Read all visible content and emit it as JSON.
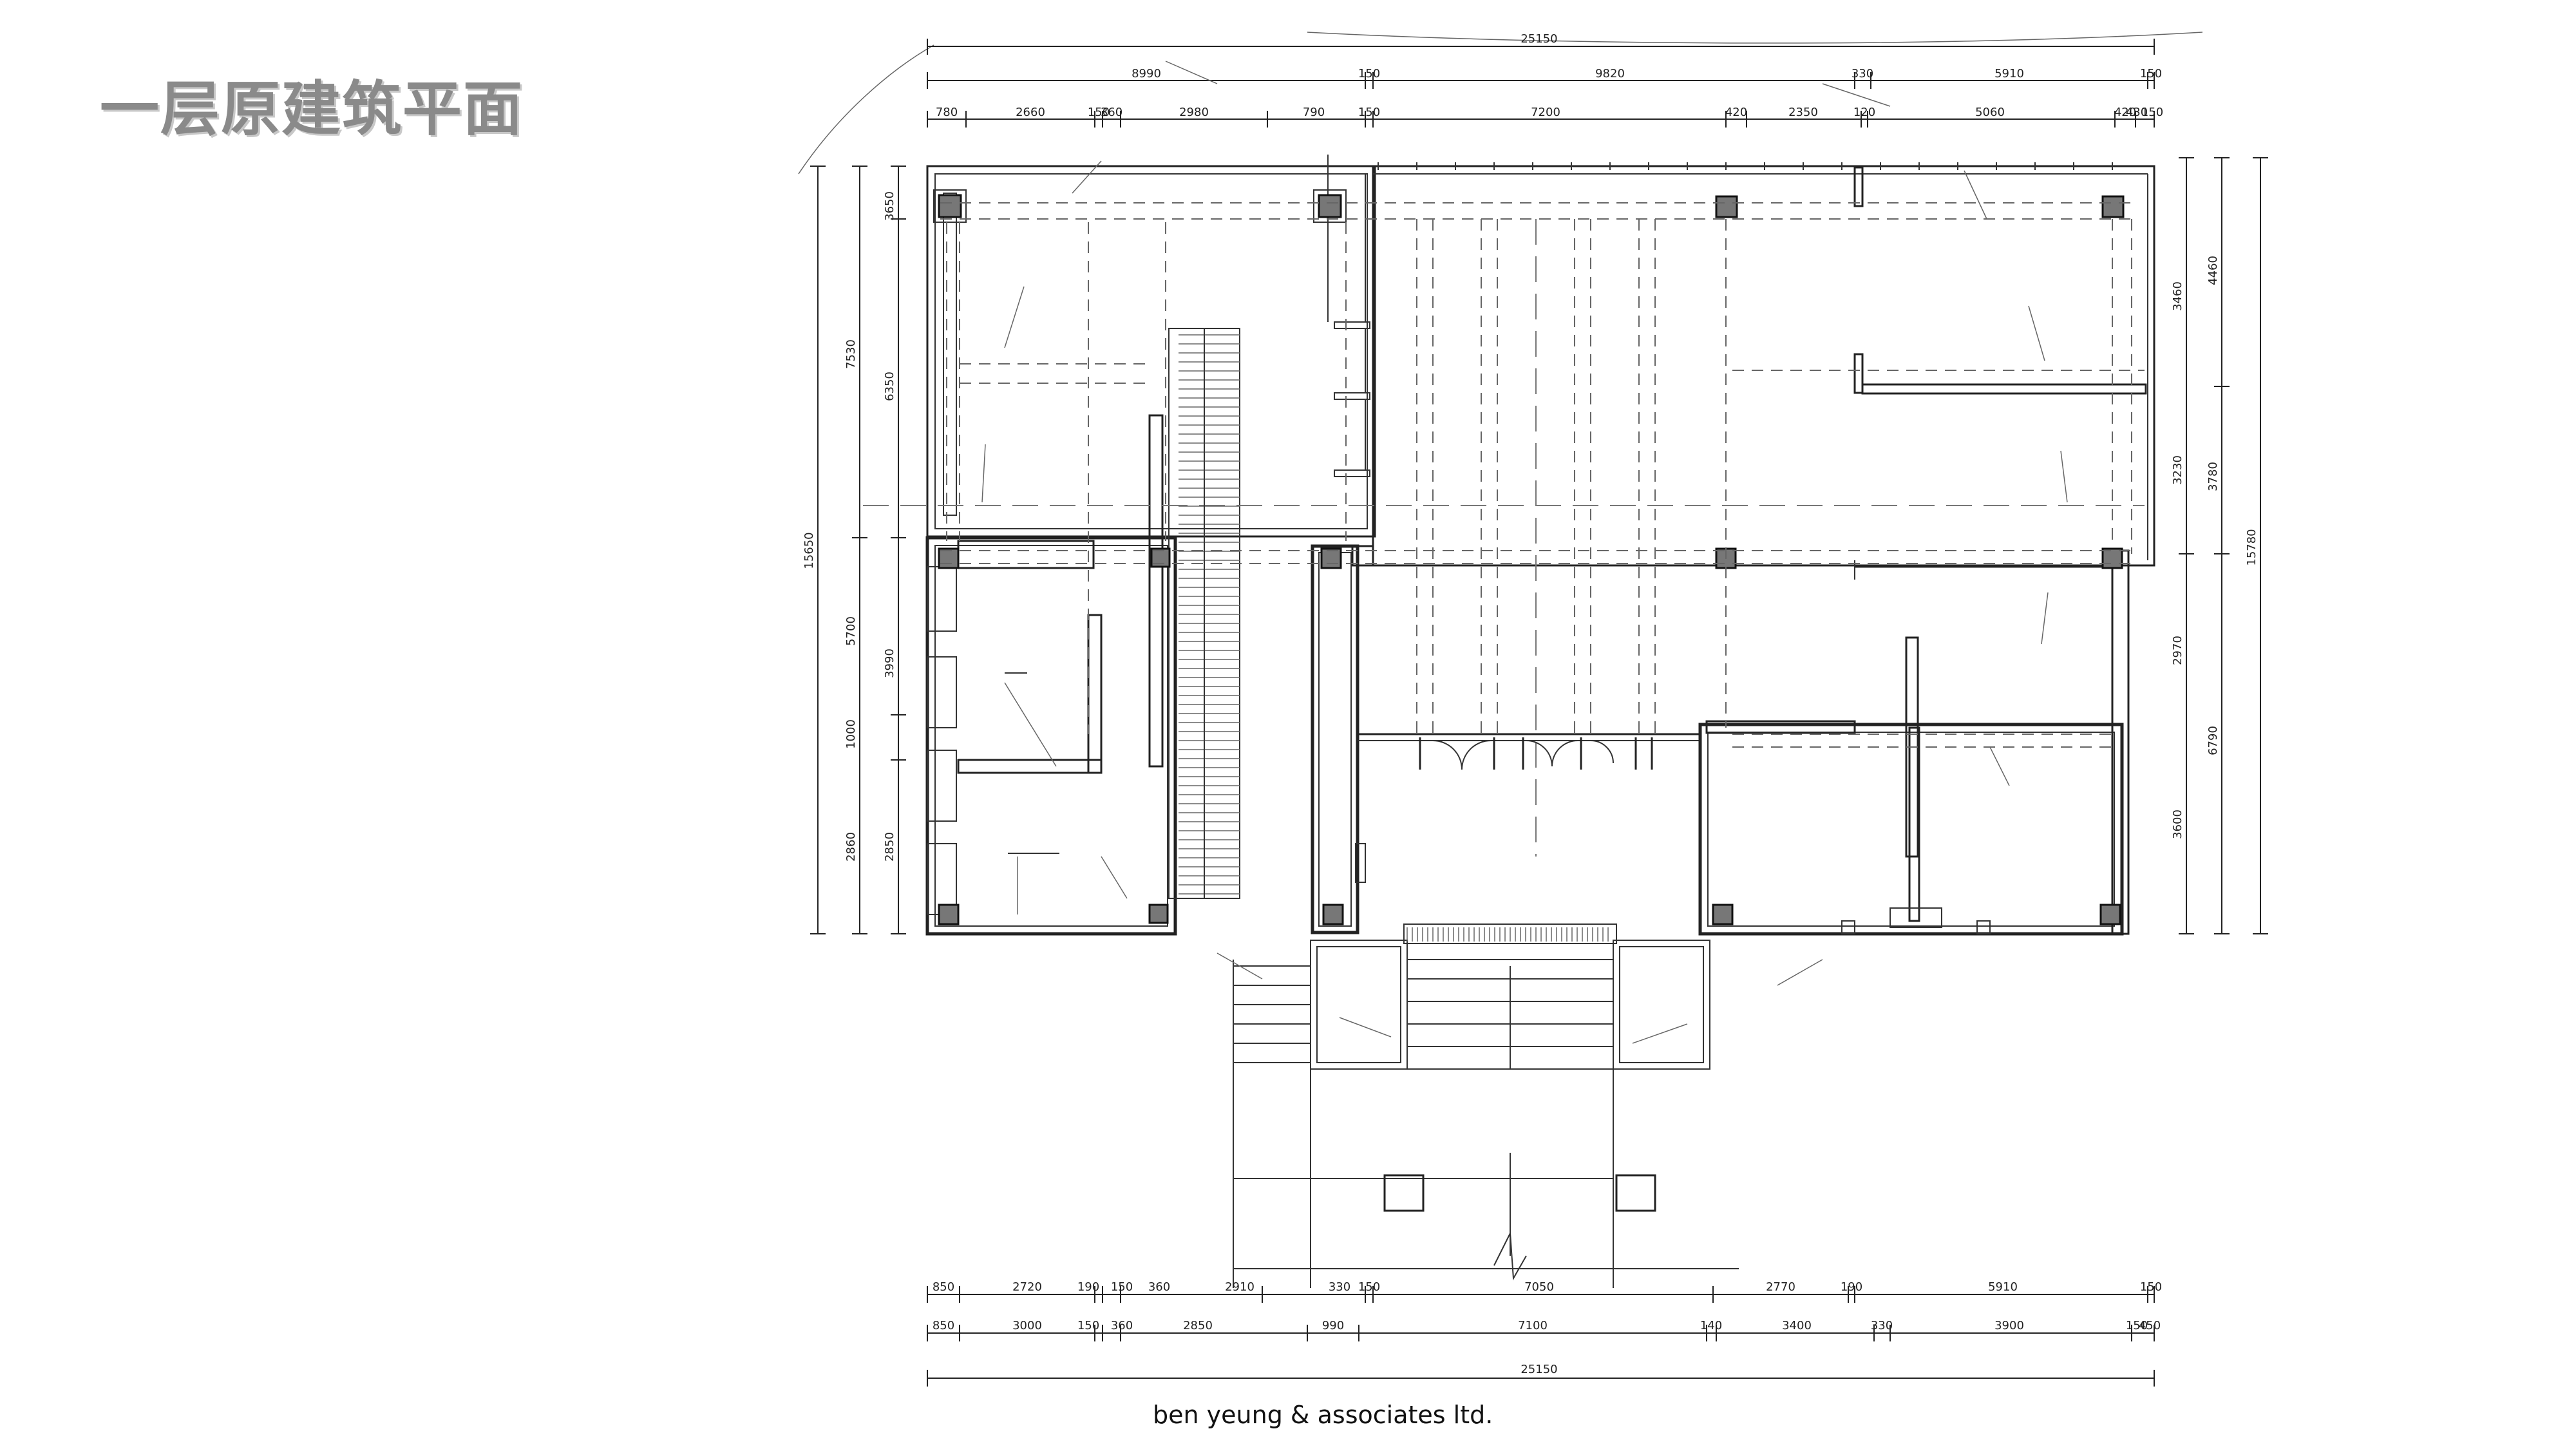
{
  "page": {
    "title": "一层原建筑平面",
    "credit": "ben yeung & associates ltd."
  },
  "dims": {
    "overall_top": "25150",
    "top_row1": [
      "8990",
      "150",
      "9820",
      "330",
      "5910",
      "150"
    ],
    "top_row2": [
      "780",
      "2660",
      "150",
      "360",
      "2980",
      "790",
      "150",
      "7200",
      "420",
      "2350",
      "120",
      "5060",
      "420",
      "430",
      "150"
    ],
    "bottom_row1": [
      "850",
      "2720",
      "190",
      "150",
      "360",
      "2910",
      "330",
      "150",
      "7050",
      "2770",
      "190",
      "5910",
      "150"
    ],
    "bottom_row2": [
      "850",
      "3000",
      "150",
      "360",
      "2850",
      "990",
      "7100",
      "140",
      "3400",
      "330",
      "3900",
      "150",
      "450"
    ],
    "overall_bottom": "25150",
    "left_outer": [
      "7530",
      "15650"
    ],
    "left_inner": [
      "5700",
      "6350",
      "3650",
      "3990",
      "1000",
      "2860",
      "2850"
    ],
    "right_outer": [
      "15780"
    ],
    "right_inner": [
      "3460",
      "4460",
      "3230",
      "3780",
      "2970",
      "6790",
      "3600"
    ]
  }
}
